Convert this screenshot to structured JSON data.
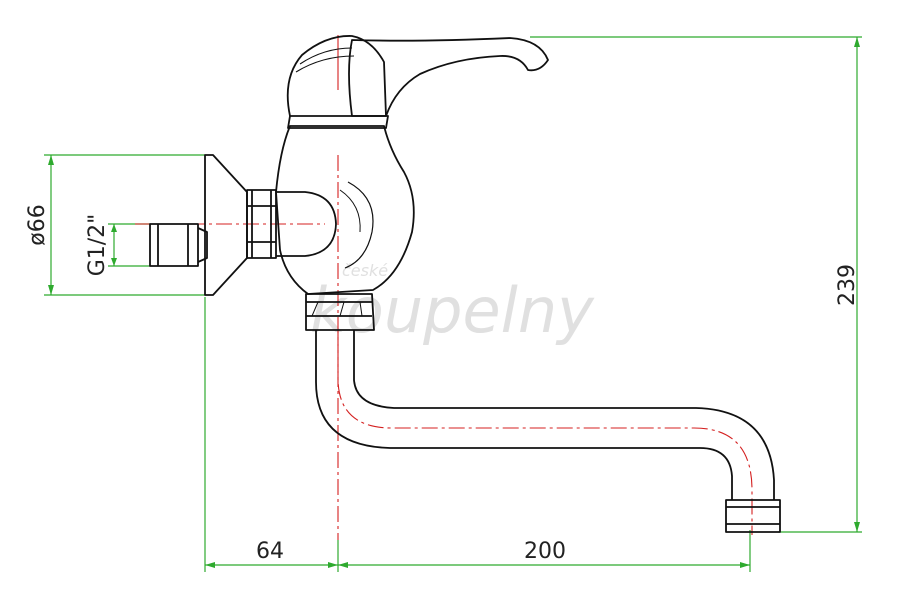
{
  "dimensions": {
    "diameter": "ø66",
    "thread": "G1/2\"",
    "height": "239",
    "wall_to_axis": "64",
    "spout_reach": "200"
  },
  "watermark": {
    "small": "české",
    "large": "koupelny"
  },
  "colors": {
    "outline": "#111111",
    "dimension_lines": "#2eaa2e",
    "center_lines": "#d42020",
    "text": "#222222",
    "watermark": "#e0e0e0"
  }
}
